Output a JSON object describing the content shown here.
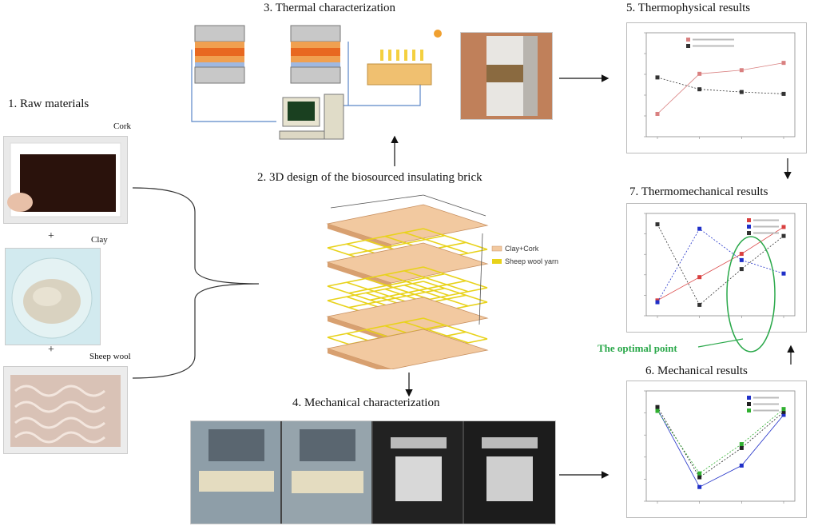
{
  "sections": {
    "raw": "1. Raw materials",
    "design": "2. 3D design of the biosourced insulating brick",
    "thermal": "3. Thermal characterization",
    "mechanical": "4. Mechanical characterization",
    "thermophysical_results": "5. Thermophysical  results",
    "mechanical_results": "6. Mechanical  results",
    "thermomechanical_results": "7. Thermomechanical  results"
  },
  "materials": {
    "cork": "Cork",
    "clay": "Clay",
    "wool": "Sheep wool",
    "plus": "+"
  },
  "brick_legend": {
    "clay_layer": "Clay+Cork",
    "wool_layer": "Sheep wool yarn"
  },
  "optimal_point": "The optimal point",
  "colors": {
    "cork_brick": "#f2c9a0",
    "wool_grid": "#e8d21a",
    "optimal": "#2aa84a",
    "red_series": "#d94040",
    "blue_series": "#2030c8",
    "green_series": "#30b030"
  },
  "chart_data": [
    {
      "id": "thermophysical",
      "type": "line",
      "x": [
        1,
        2,
        3,
        4
      ],
      "series": [
        {
          "values": [
            0.18,
            0.62,
            0.66,
            0.74
          ]
        },
        {
          "values": [
            0.58,
            0.45,
            0.42,
            0.4
          ]
        }
      ]
    },
    {
      "id": "thermomechanical",
      "type": "line",
      "x": [
        1,
        2,
        3,
        4
      ],
      "series": [
        {
          "values": [
            0.1,
            0.36,
            0.62,
            0.92
          ]
        },
        {
          "values": [
            0.08,
            0.9,
            0.55,
            0.4
          ]
        },
        {
          "values": [
            0.95,
            0.05,
            0.45,
            0.82
          ]
        }
      ]
    },
    {
      "id": "mechanical",
      "type": "line",
      "x": [
        1,
        2,
        3,
        4
      ],
      "series": [
        {
          "values": [
            0.88,
            0.08,
            0.3,
            0.82
          ]
        },
        {
          "values": [
            0.9,
            0.18,
            0.48,
            0.85
          ]
        },
        {
          "values": [
            0.86,
            0.22,
            0.52,
            0.88
          ]
        }
      ]
    }
  ]
}
